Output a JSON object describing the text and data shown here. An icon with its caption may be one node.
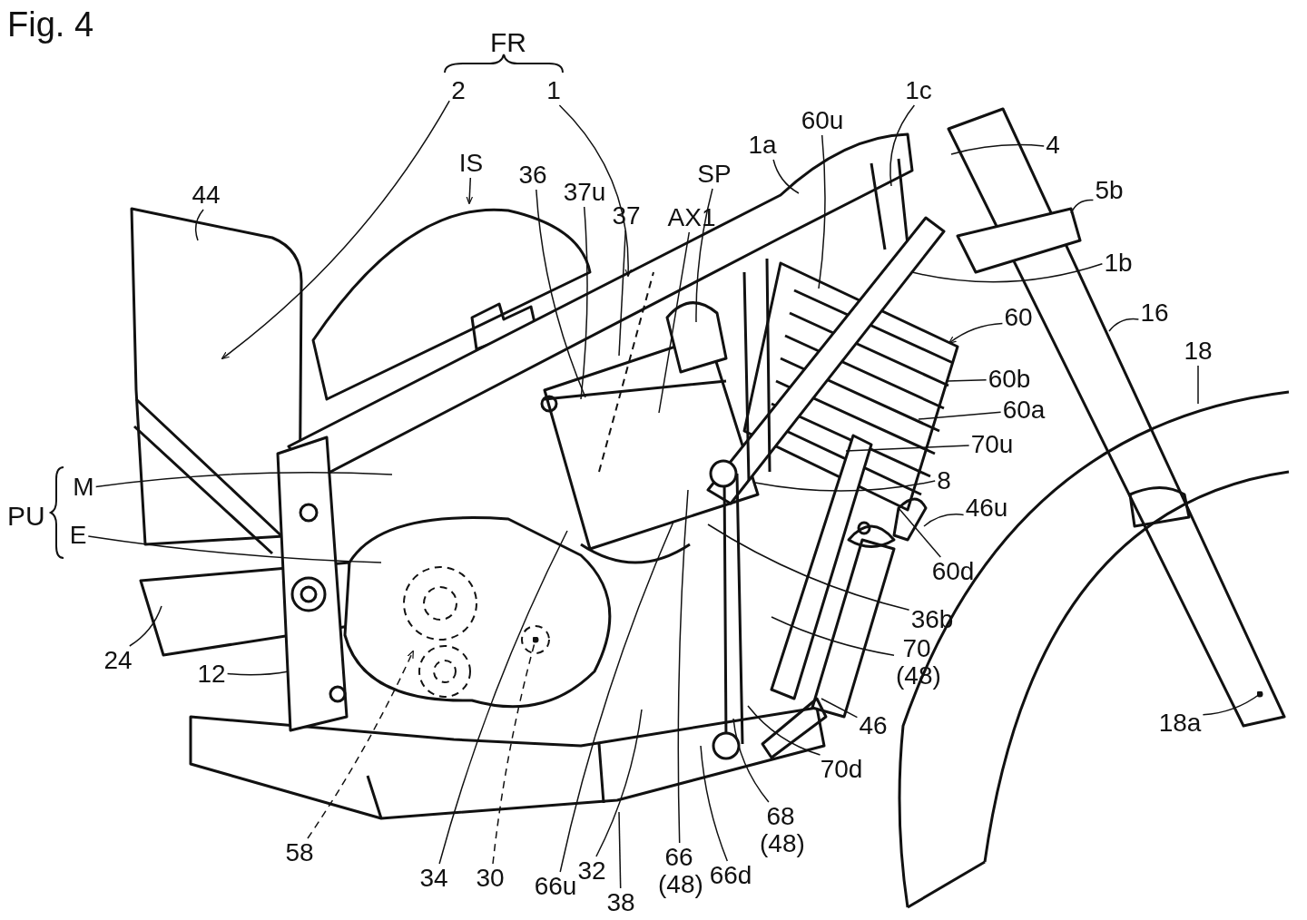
{
  "diagram": {
    "title": "Fig. 4",
    "nodes": [
      {
        "text": [
          "2"
        ]
      },
      {
        "text": [
          "1"
        ]
      },
      {
        "text": [
          "IS"
        ]
      },
      {
        "text": [
          "44"
        ]
      },
      {
        "text": [
          "36"
        ]
      },
      {
        "text": [
          "37u"
        ]
      },
      {
        "text": [
          "37"
        ]
      },
      {
        "text": [
          "AX1"
        ]
      },
      {
        "text": [
          "SP"
        ]
      },
      {
        "text": [
          "1a"
        ]
      },
      {
        "text": [
          "60u"
        ]
      },
      {
        "text": [
          "1c"
        ]
      },
      {
        "text": [
          "4"
        ]
      },
      {
        "text": [
          "5b"
        ]
      },
      {
        "text": [
          "1b"
        ]
      },
      {
        "text": [
          "60"
        ]
      },
      {
        "text": [
          "16"
        ]
      },
      {
        "text": [
          "60b"
        ]
      },
      {
        "text": [
          "18"
        ]
      },
      {
        "text": [
          "60a"
        ]
      },
      {
        "text": [
          "70u"
        ]
      },
      {
        "text": [
          "M"
        ]
      },
      {
        "text": [
          "8"
        ]
      },
      {
        "text": [
          "46u"
        ]
      },
      {
        "text": [
          "E"
        ]
      },
      {
        "text": [
          "60d"
        ]
      },
      {
        "text": [
          "36b"
        ]
      },
      {
        "text": [
          "70 (48)"
        ]
      },
      {
        "text": [
          "24"
        ]
      },
      {
        "text": [
          "12"
        ]
      },
      {
        "text": [
          "46"
        ]
      },
      {
        "text": [
          "18a"
        ]
      },
      {
        "text": [
          "70d"
        ]
      },
      {
        "text": [
          "68 (48)"
        ]
      },
      {
        "text": [
          "58"
        ]
      },
      {
        "text": [
          "34"
        ]
      },
      {
        "text": [
          "30"
        ]
      },
      {
        "text": [
          "66u"
        ]
      },
      {
        "text": [
          "32"
        ]
      },
      {
        "text": [
          "66 (48)"
        ]
      },
      {
        "text": [
          "66d"
        ]
      },
      {
        "text": [
          "38"
        ]
      }
    ],
    "edges": [
      {
        "from": 0,
        "to": null,
        "arrow": "to"
      },
      {
        "from": 1,
        "to": null,
        "arrow": "to"
      },
      {
        "from": 2,
        "to": null,
        "arrow": "to"
      },
      {
        "from": 3,
        "to": null,
        "arrow": "none"
      },
      {
        "from": 4,
        "to": null,
        "arrow": "none"
      },
      {
        "from": 5,
        "to": null,
        "arrow": "none"
      },
      {
        "from": 6,
        "to": null,
        "arrow": "none"
      },
      {
        "from": 7,
        "to": null,
        "arrow": "none"
      },
      {
        "from": 8,
        "to": null,
        "arrow": "none"
      },
      {
        "from": 9,
        "to": null,
        "arrow": "none"
      },
      {
        "from": 10,
        "to": null,
        "arrow": "none"
      },
      {
        "from": 11,
        "to": null,
        "arrow": "none"
      },
      {
        "from": 12,
        "to": null,
        "arrow": "none"
      },
      {
        "from": 13,
        "to": null,
        "arrow": "none"
      },
      {
        "from": 14,
        "to": null,
        "arrow": "none"
      },
      {
        "from": 15,
        "to": null,
        "arrow": "to"
      },
      {
        "from": 16,
        "to": null,
        "arrow": "none"
      },
      {
        "from": 17,
        "to": null,
        "arrow": "none"
      },
      {
        "from": 18,
        "to": null,
        "arrow": "none"
      },
      {
        "from": 19,
        "to": null,
        "arrow": "none"
      },
      {
        "from": 20,
        "to": null,
        "arrow": "none"
      },
      {
        "from": 21,
        "to": null,
        "arrow": "none"
      },
      {
        "from": 22,
        "to": null,
        "arrow": "none"
      },
      {
        "from": 23,
        "to": null,
        "arrow": "none"
      },
      {
        "from": 24,
        "to": null,
        "arrow": "none"
      },
      {
        "from": 25,
        "to": null,
        "arrow": "none"
      },
      {
        "from": 26,
        "to": null,
        "arrow": "none"
      },
      {
        "from": 27,
        "to": null,
        "arrow": "none"
      },
      {
        "from": 28,
        "to": null,
        "arrow": "none"
      },
      {
        "from": 29,
        "to": null,
        "arrow": "none"
      },
      {
        "from": 30,
        "to": null,
        "arrow": "none"
      },
      {
        "from": 31,
        "to": null,
        "arrow": "other"
      },
      {
        "from": 32,
        "to": null,
        "arrow": "none"
      },
      {
        "from": 33,
        "to": null,
        "arrow": "none"
      },
      {
        "from": 34,
        "to": null,
        "arrow": "to",
        "style": "dashed"
      },
      {
        "from": 35,
        "to": null,
        "arrow": "none"
      },
      {
        "from": 36,
        "to": null,
        "arrow": "other",
        "style": "dashed"
      },
      {
        "from": 37,
        "to": null,
        "arrow": "none"
      },
      {
        "from": 38,
        "to": null,
        "arrow": "none"
      },
      {
        "from": 39,
        "to": null,
        "arrow": "none"
      },
      {
        "from": 40,
        "to": null,
        "arrow": "none"
      },
      {
        "from": 41,
        "to": null,
        "arrow": "none"
      }
    ],
    "labels": [
      "FR",
      "PU"
    ]
  }
}
